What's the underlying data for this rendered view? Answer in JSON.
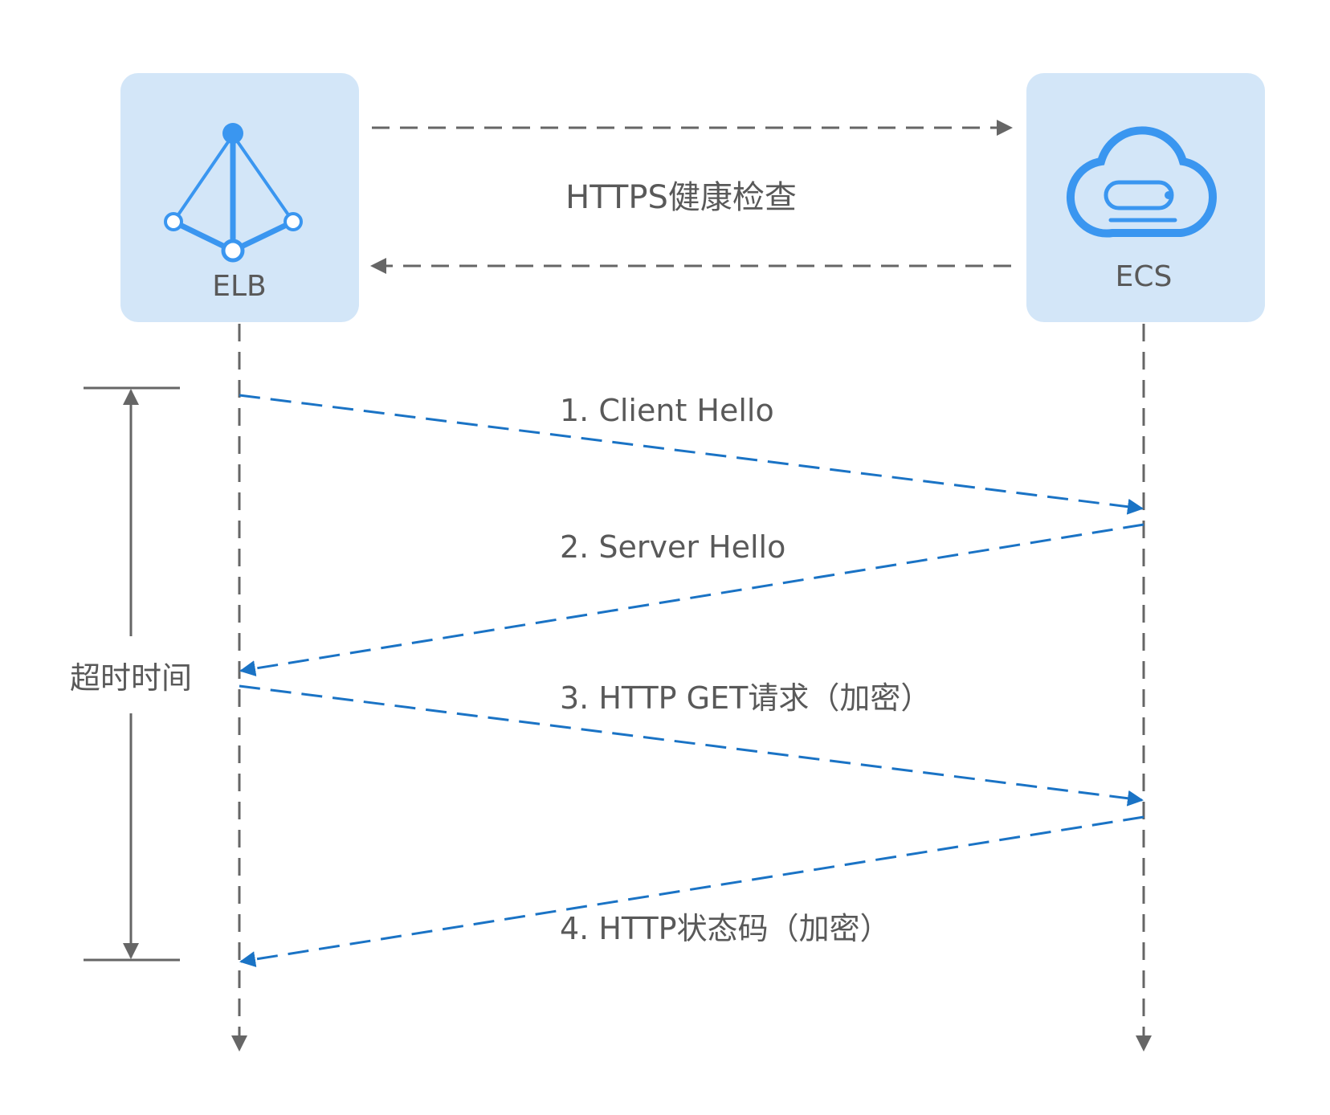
{
  "nodes": {
    "elb": {
      "label": "ELB",
      "icon": "load-balancer-icon"
    },
    "ecs": {
      "label": "ECS",
      "icon": "cloud-server-icon"
    }
  },
  "health_check": {
    "label": "HTTPS健康检查"
  },
  "messages": [
    {
      "label": "1. Client Hello",
      "from": "ELB",
      "to": "ECS"
    },
    {
      "label": "2. Server Hello",
      "from": "ECS",
      "to": "ELB"
    },
    {
      "label": "3. HTTP GET请求（加密）",
      "from": "ELB",
      "to": "ECS"
    },
    {
      "label": "4. HTTP状态码（加密）",
      "from": "ECS",
      "to": "ELB"
    }
  ],
  "timeout": {
    "label": "超时时间"
  },
  "colors": {
    "node_bg": "#d3e6f8",
    "icon": "#3a96f0",
    "message_arrow": "#1a73c5",
    "lifeline": "#666666",
    "text": "#595959"
  }
}
